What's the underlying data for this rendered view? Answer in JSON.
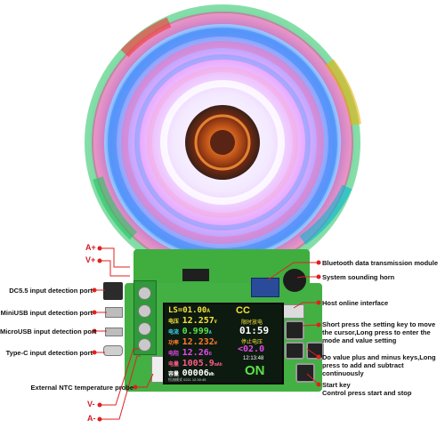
{
  "pins": {
    "a_plus": "A+",
    "v_plus": "V+",
    "v_minus": "V-",
    "a_minus": "A-"
  },
  "labels_left": {
    "dc55": "DC5.5 input detection port",
    "miniusb": "MiniUSB input detection port",
    "microusb": "MicroUSB input detection port",
    "typec": "Type-C input detection port",
    "ntc": "External NTC temperature probe"
  },
  "labels_right": {
    "bluetooth": "Bluetooth data transmission module",
    "horn": "System sounding horn",
    "online": "Host online interface",
    "setting": "Short press the setting key to move the cursor,Long press to enter the mode and value setting",
    "plusminus": "Do value plus and minus keys,Long press to add and subtract continuously",
    "start": "Start key\nControl press start and stop"
  },
  "screen": {
    "top_left": "LS=01.00",
    "top_left_unit": "A",
    "mode": "CC",
    "row1_label": "电压",
    "row1_value": "12.257",
    "row1_unit": "V",
    "row2_label": "电流",
    "row2_value": "0.999",
    "row2_unit": "A",
    "row3_label": "功率",
    "row3_value": "12.232",
    "row3_unit": "W",
    "row4_label": "电阻",
    "row4_value": "12.26",
    "row4_unit": "Ω",
    "row5_label": "电量",
    "row5_value": "1005.9",
    "row5_unit": "mAh",
    "row6_label": "容量",
    "row6_value": "00006",
    "row6_unit": "Wh",
    "right1_label": "限时放电",
    "right1_value": "01:59",
    "right2_label": "停止电压",
    "right2_value": "<02.0",
    "right3_value": "12:13:48",
    "status": "ON",
    "bottom": "恒流模式 0211 12:30:49"
  },
  "colors": {
    "pcb": "#3fae3f",
    "screen_bg": "#0d1a10",
    "accent_red": "#e02020",
    "val_yellow": "#f4e23a",
    "val_cyan": "#3ad8f0",
    "val_green": "#5de04a",
    "val_orange": "#ff7a2a",
    "val_magenta": "#e04ae8"
  }
}
